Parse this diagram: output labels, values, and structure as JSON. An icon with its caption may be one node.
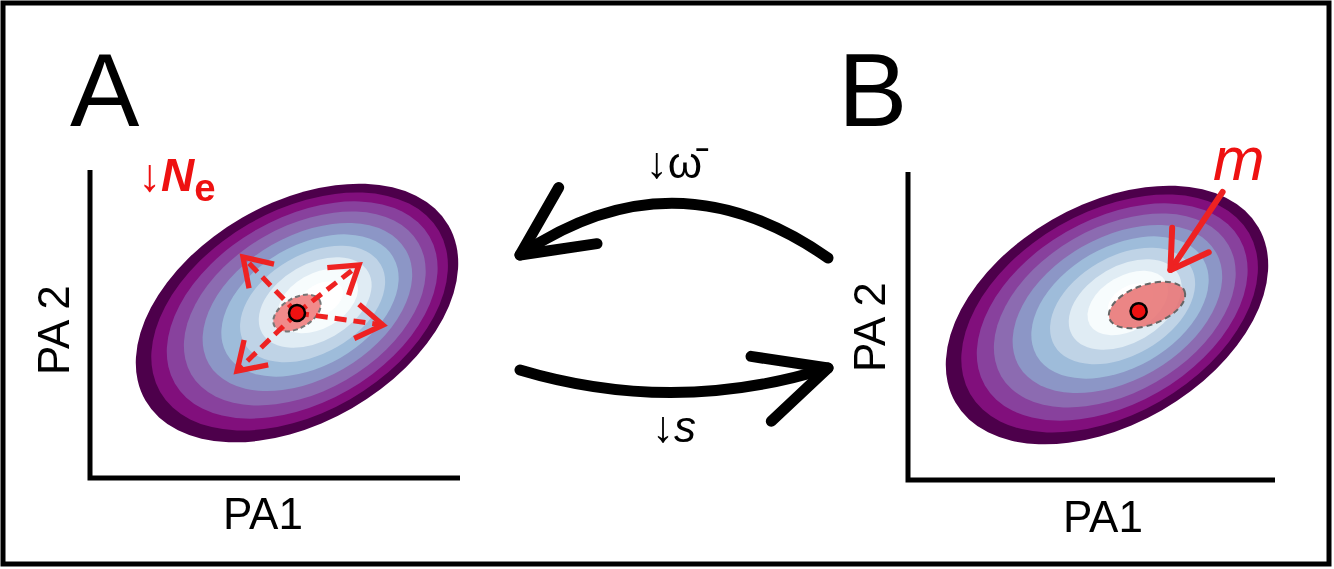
{
  "diagram": {
    "nodes": [
      {
        "text": [
          "A"
        ]
      },
      {
        "text": [
          "B"
        ]
      },
      {
        "text": [
          "m"
        ]
      },
      {
        "text": [],
        "shape": "ellipse",
        "in": 1
      }
    ],
    "edges": [
      {
        "from": 1,
        "to": 0,
        "arrow": "to",
        "label": "↓ω̄"
      },
      {
        "from": 0,
        "to": 1,
        "arrow": "to",
        "label": "↓*s*"
      },
      {
        "from": 2,
        "to": 3,
        "arrow": "to",
        "color": "#ee2222"
      }
    ],
    "labels": [
      "↓*N*$_{e}$",
      "PA 2",
      "PA1",
      "PA 2",
      "PA1"
    ]
  }
}
